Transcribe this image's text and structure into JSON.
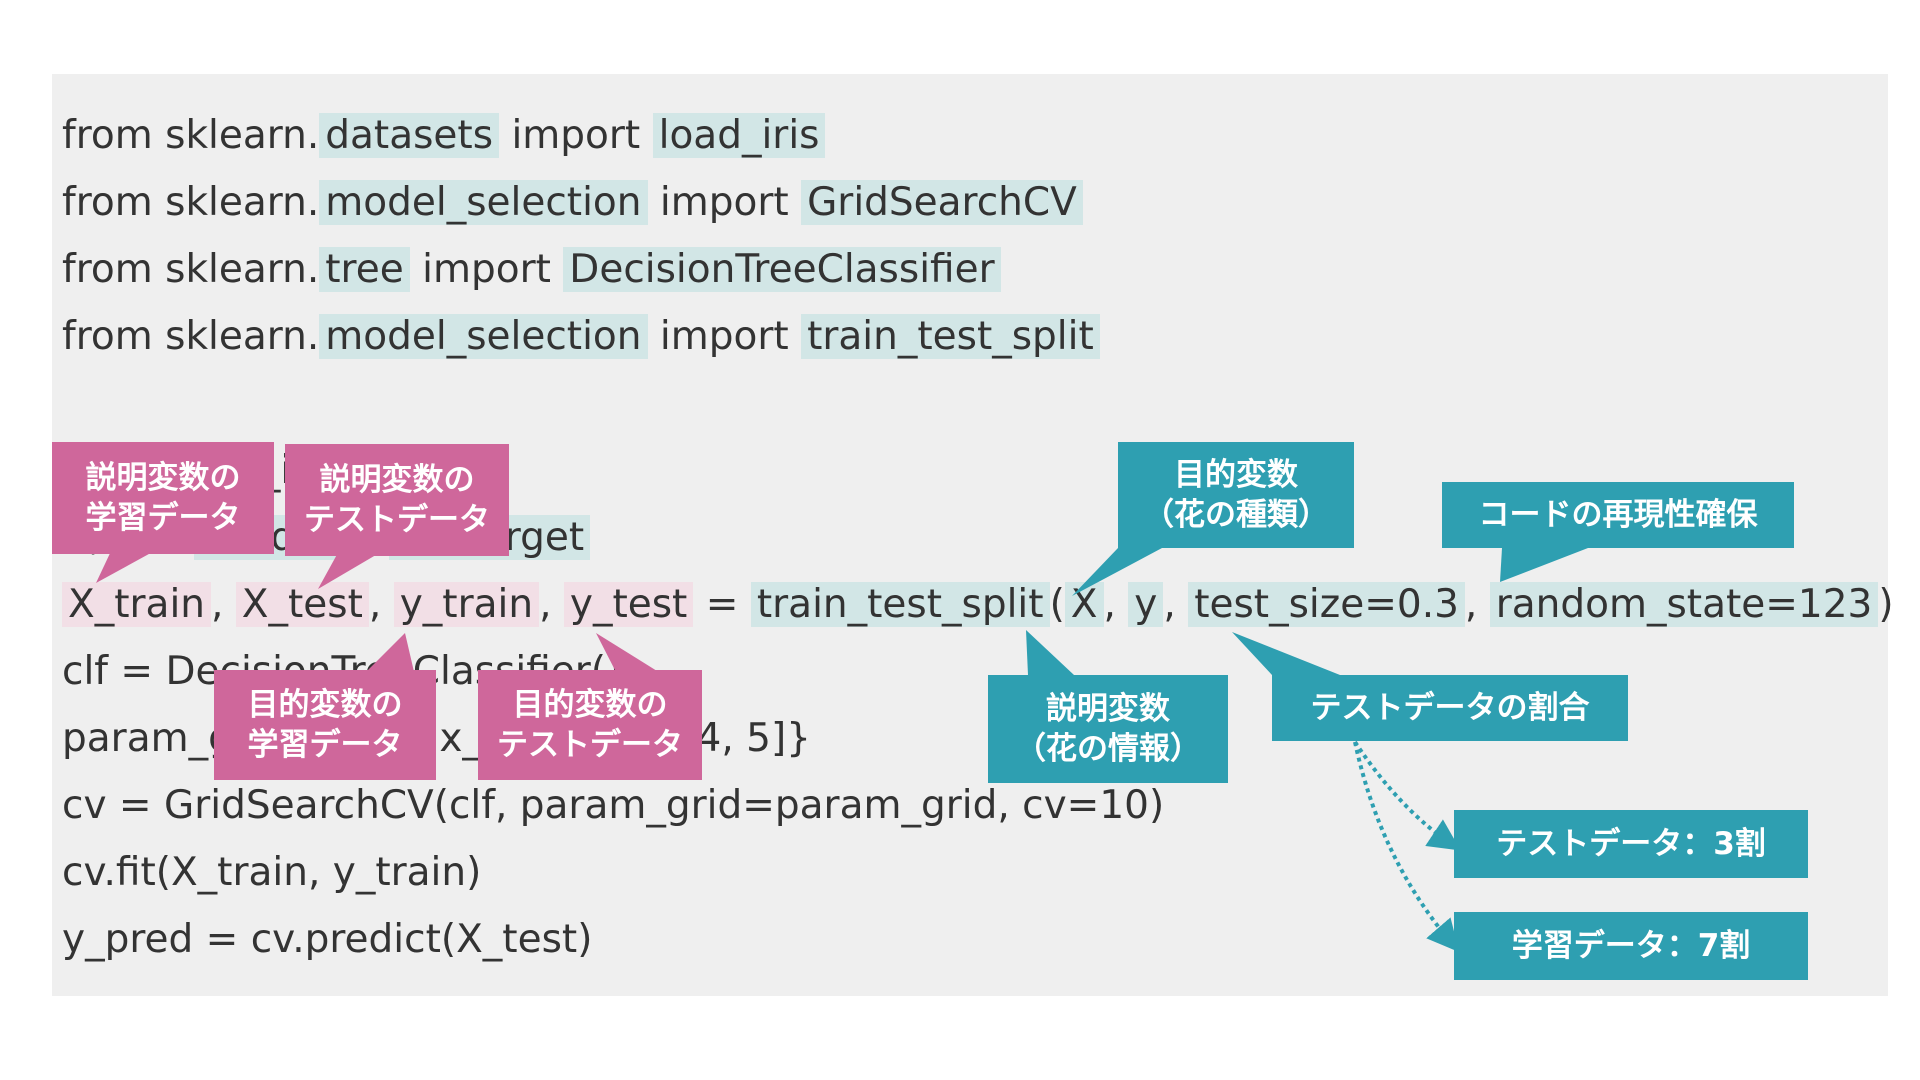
{
  "code": {
    "lines": [
      {
        "segments": [
          {
            "text": "from sklearn."
          },
          {
            "text": "datasets",
            "hl": "teal"
          },
          {
            "text": " import "
          },
          {
            "text": "load_iris",
            "hl": "teal"
          }
        ]
      },
      {
        "segments": [
          {
            "text": "from sklearn."
          },
          {
            "text": "model_selection",
            "hl": "teal"
          },
          {
            "text": " import "
          },
          {
            "text": "GridSearchCV",
            "hl": "teal"
          }
        ]
      },
      {
        "segments": [
          {
            "text": "from sklearn."
          },
          {
            "text": "tree",
            "hl": "teal"
          },
          {
            "text": " import "
          },
          {
            "text": "DecisionTreeClassifier",
            "hl": "teal"
          }
        ]
      },
      {
        "segments": [
          {
            "text": "from sklearn."
          },
          {
            "text": "model_selection",
            "hl": "teal"
          },
          {
            "text": " import "
          },
          {
            "text": "train_test_split",
            "hl": "teal"
          }
        ]
      },
      {
        "segments": []
      },
      {
        "segments": [
          {
            "text": "iris = load_iris()"
          }
        ]
      },
      {
        "segments": [
          {
            "text": "X, y = "
          },
          {
            "text": "iris.data",
            "hl": "teal"
          },
          {
            "text": ", "
          },
          {
            "text": "iris.target",
            "hl": "teal"
          }
        ]
      },
      {
        "segments": [
          {
            "text": "X_train",
            "hl": "pink"
          },
          {
            "text": ", "
          },
          {
            "text": "X_test",
            "hl": "pink"
          },
          {
            "text": ", "
          },
          {
            "text": "y_train",
            "hl": "pink"
          },
          {
            "text": ", "
          },
          {
            "text": "y_test",
            "hl": "pink"
          },
          {
            "text": " = "
          },
          {
            "text": "train_test_split",
            "hl": "teal"
          },
          {
            "text": "("
          },
          {
            "text": "X",
            "hl": "teal"
          },
          {
            "text": ", "
          },
          {
            "text": "y",
            "hl": "teal"
          },
          {
            "text": ", "
          },
          {
            "text": "test_size=0.3",
            "hl": "teal"
          },
          {
            "text": ", "
          },
          {
            "text": "random_state=123",
            "hl": "teal"
          },
          {
            "text": ")"
          }
        ]
      },
      {
        "segments": [
          {
            "text": "clf = DecisionTreeClassifier()"
          }
        ]
      },
      {
        "segments": [
          {
            "text": "param_grid = {'max_depth': [3, 4, 5]}"
          }
        ]
      },
      {
        "segments": [
          {
            "text": "cv = GridSearchCV(clf, param_grid=param_grid, cv=10)"
          }
        ]
      },
      {
        "segments": [
          {
            "text": "cv.fit(X_train, y_train)"
          }
        ]
      },
      {
        "segments": [
          {
            "text": "y_pred = cv.predict(X_test)"
          }
        ]
      }
    ]
  },
  "callouts": {
    "xtrain": [
      "説明変数の",
      "学習データ"
    ],
    "xtest": [
      "説明変数の",
      "テストデータ"
    ],
    "ytrain": [
      "目的変数の",
      "学習データ"
    ],
    "ytest": [
      "目的変数の",
      "テストデータ"
    ],
    "y": [
      "目的変数",
      "（花の種類）"
    ],
    "x": [
      "説明変数",
      "（花の情報）"
    ],
    "random_state": [
      "コードの再現性確保"
    ],
    "test_size": [
      "テストデータの割合"
    ],
    "test_ratio": [
      "テストデータ：3割"
    ],
    "train_ratio": [
      "学習データ：7割"
    ]
  },
  "colors": {
    "teal": "#2e9fb1",
    "pink": "#cf679b",
    "teal_highlight": "#d2e6e6",
    "pink_highlight": "#f2dfe6",
    "panel": "#efefef"
  }
}
